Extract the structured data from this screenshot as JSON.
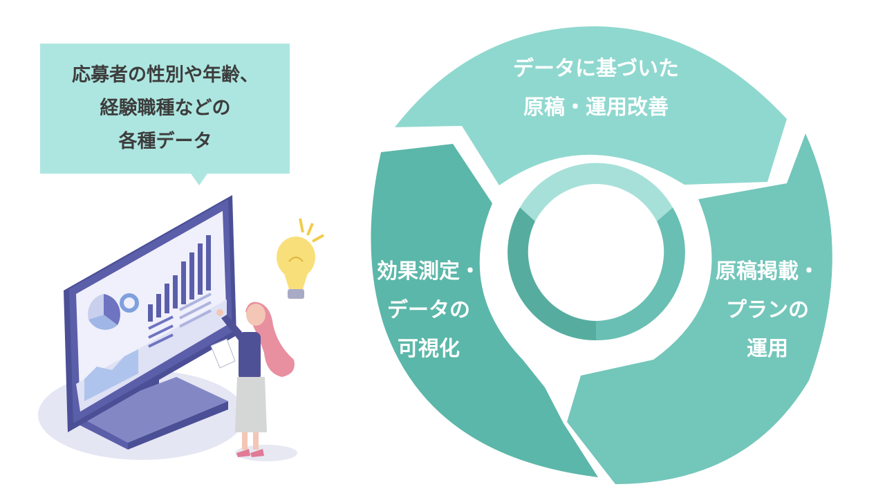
{
  "callout": {
    "lines": [
      "応募者の性別や年齢、",
      "経験職種などの",
      "各種データ"
    ]
  },
  "cycle": {
    "top": {
      "lines": [
        "データに基づいた",
        "原稿・運用改善"
      ]
    },
    "left": {
      "lines": [
        "効果測定・",
        "データの",
        "可視化"
      ]
    },
    "right": {
      "lines": [
        "原稿掲載・",
        "プランの",
        "運用"
      ]
    }
  },
  "colors": {
    "top_segment": "#8fd8cf",
    "left_segment": "#5bb7a9",
    "right_segment": "#73c6ba",
    "callout_bg": "#ade6e0",
    "monitor_frame": "#5b5ea9",
    "bulb": "#f9df7a"
  }
}
